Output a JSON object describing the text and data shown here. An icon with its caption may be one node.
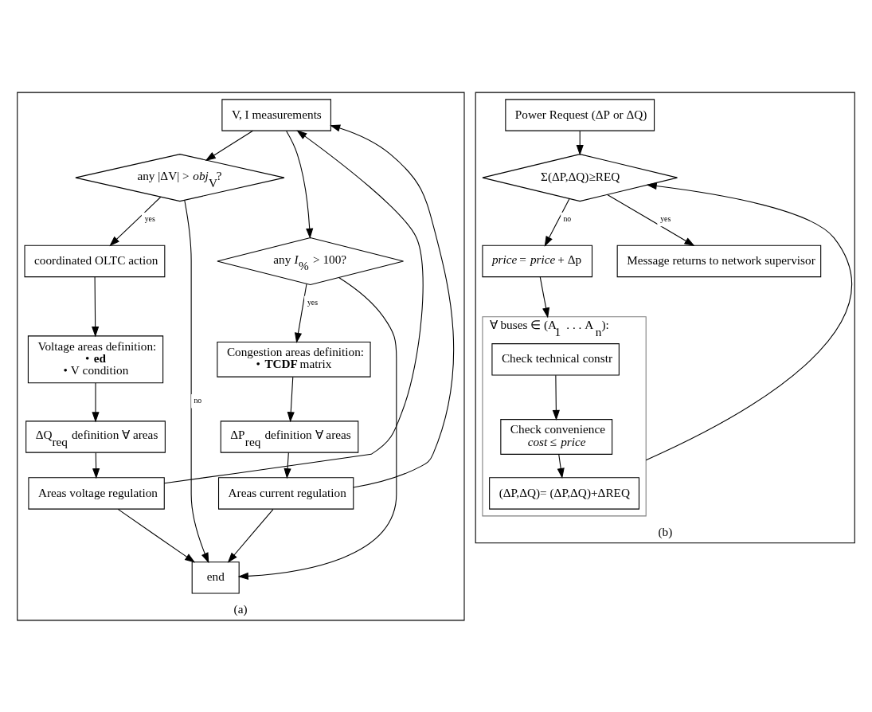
{
  "diagram": {
    "nodes": [
      {
        "text": [
          "(a)"
        ]
      },
      {
        "text": [
          "V, I measurements"
        ],
        "in": 0
      },
      {
        "text": [
          "any |ΔV| > *obj*$_{V}$?"
        ],
        "in": 0
      },
      {
        "text": [
          "any *I*$_{%}$ > 100?"
        ],
        "in": 0
      },
      {
        "text": [
          "coordinated OLTC action"
        ],
        "in": 0
      },
      {
        "text": [
          "Voltage areas definition:",
          "• **ed**",
          "• V condition"
        ],
        "in": 0
      },
      {
        "text": [
          "ΔQ$_{req}$ definition ∀ areas"
        ],
        "in": 0
      },
      {
        "text": [
          "Areas voltage regulation"
        ],
        "in": 0
      },
      {
        "text": [
          "Congestion areas definition:",
          "• **TCDF** matrix"
        ],
        "in": 0
      },
      {
        "text": [
          "ΔP$_{req}$ definition ∀ areas"
        ],
        "in": 0
      },
      {
        "text": [
          "Areas current regulation"
        ],
        "in": 0
      },
      {
        "text": [
          "end"
        ],
        "in": 0
      },
      {
        "text": [
          "(b)"
        ]
      },
      {
        "text": [
          "Power Request (ΔP or ΔQ)"
        ],
        "in": 12
      },
      {
        "text": [
          "Σ(ΔP,ΔQ)≥REQ"
        ],
        "in": 12
      },
      {
        "text": [
          "*price* = *price* + Δp"
        ],
        "in": 12
      },
      {
        "text": [
          "∀ buses ∈ (A$_{1}$ . . . A$_{n}$):"
        ],
        "in": 12
      },
      {
        "text": [
          "Check technical constr"
        ],
        "in": 16
      },
      {
        "text": [
          "Check convenience",
          "*cost* ≤ *price*"
        ],
        "in": 16
      },
      {
        "text": [
          "(ΔP,ΔQ)= (ΔP,ΔQ)+ΔREQ"
        ],
        "in": 16
      },
      {
        "text": [
          "Message returns to network supervisor"
        ],
        "in": 12
      }
    ],
    "edges": [
      {
        "from": 1,
        "to": 2,
        "arrow": "to"
      },
      {
        "from": 1,
        "to": 3,
        "arrow": "to"
      },
      {
        "from": 2,
        "to": 4,
        "arrow": "to",
        "label": "yes"
      },
      {
        "from": 3,
        "to": 8,
        "arrow": "to",
        "label": "yes"
      },
      {
        "from": 4,
        "to": 5,
        "arrow": "to"
      },
      {
        "from": 5,
        "to": 6,
        "arrow": "to"
      },
      {
        "from": 6,
        "to": 7,
        "arrow": "to"
      },
      {
        "from": 7,
        "to": 11,
        "arrow": "to"
      },
      {
        "from": 8,
        "to": 9,
        "arrow": "to"
      },
      {
        "from": 9,
        "to": 10,
        "arrow": "to"
      },
      {
        "from": 10,
        "to": 11,
        "arrow": "to"
      },
      {
        "from": 2,
        "to": 11,
        "arrow": "to",
        "label": "no"
      },
      {
        "from": 3,
        "to": 11,
        "arrow": "to"
      },
      {
        "from": 7,
        "to": 1,
        "arrow": "to"
      },
      {
        "from": 10,
        "to": 1,
        "arrow": "to"
      },
      {
        "from": 13,
        "to": 14,
        "arrow": "to"
      },
      {
        "from": 14,
        "to": 15,
        "arrow": "to",
        "label": "no"
      },
      {
        "from": 14,
        "to": 20,
        "arrow": "to",
        "label": "yes"
      },
      {
        "from": 15,
        "to": 16,
        "arrow": "to"
      },
      {
        "from": 17,
        "to": 18,
        "arrow": "to"
      },
      {
        "from": 18,
        "to": 19,
        "arrow": "to"
      },
      {
        "from": 16,
        "to": 14,
        "arrow": "to"
      }
    ]
  }
}
